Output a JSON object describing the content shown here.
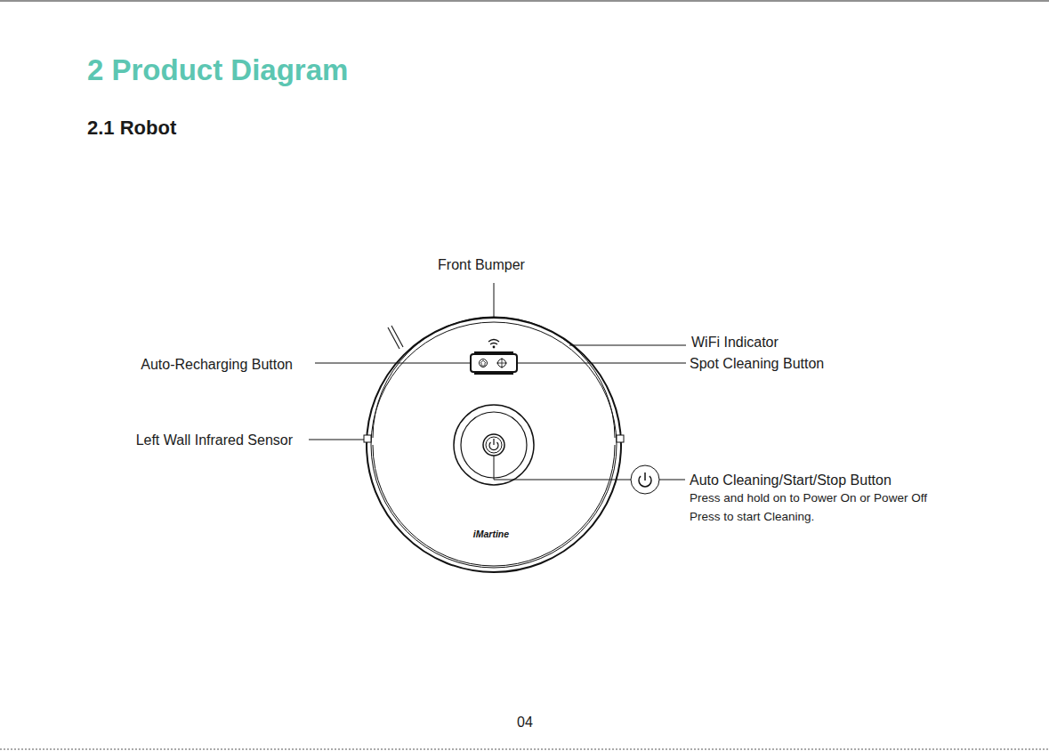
{
  "diagram": {
    "title": "2 Product Diagram",
    "labels": [
      "2.1 Robot",
      "Front Bumper",
      "WiFi Indicator",
      "Auto-Recharging Button",
      "Spot Cleaning Button",
      "Left Wall Infrared Sensor",
      "Auto Cleaning/Start/Stop Button",
      "Press and hold on to Power On or Power Off",
      "Press to start Cleaning.",
      "iMartine",
      "04"
    ]
  }
}
